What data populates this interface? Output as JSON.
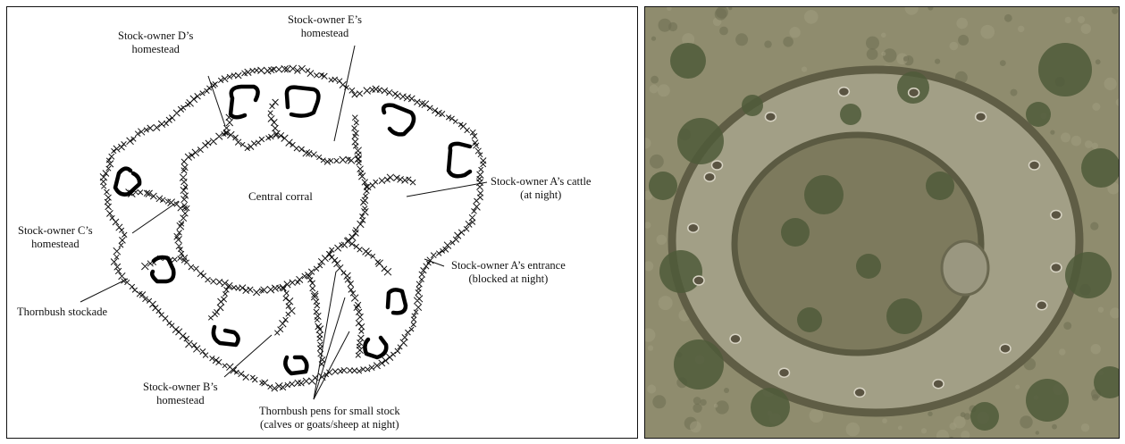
{
  "diagram": {
    "labels": {
      "stock_owner_d": [
        "Stock-owner D’s",
        "homestead"
      ],
      "stock_owner_e": [
        "Stock-owner E’s",
        "homestead"
      ],
      "central_corral": "Central corral",
      "stock_owner_a_cattle": [
        "Stock-owner A’s cattle",
        "(at night)"
      ],
      "stock_owner_c": [
        "Stock-owner C’s",
        "homestead"
      ],
      "stock_owner_a_entrance": [
        "Stock-owner A’s entrance",
        "(blocked at night)"
      ],
      "thornbush_stockade": "Thornbush stockade",
      "stock_owner_b": [
        "Stock-owner B’s",
        "homestead"
      ],
      "thornbush_pens": [
        "Thornbush pens for small stock",
        "(calves or  goats/sheep at night)"
      ]
    }
  },
  "photo": {
    "ground_color": "#8f8c6e",
    "clearing_color": "#a29f86",
    "corral_color": "#7d7a5d",
    "vegetation_color": "#4f5a3a"
  }
}
